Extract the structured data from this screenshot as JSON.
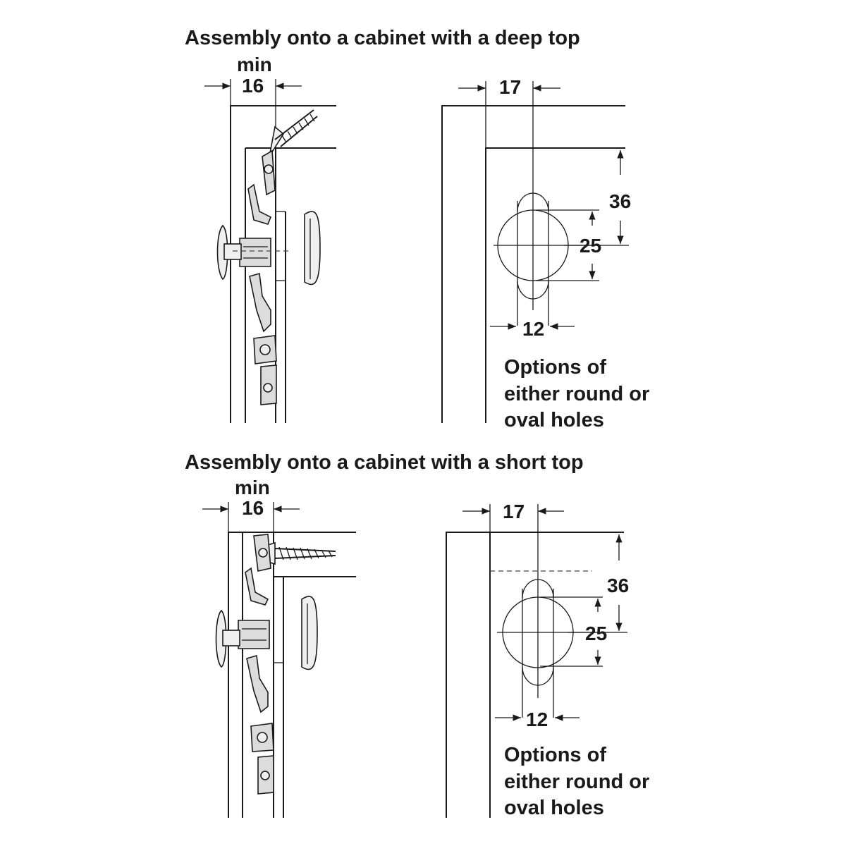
{
  "sections": [
    {
      "heading": "Assembly onto a cabinet with a deep top",
      "min_label": "min",
      "offset_value": "16",
      "edge_value": "17",
      "height_value": "36",
      "hole_diameter": "25",
      "hole_width": "12",
      "note_lines": [
        "Options of",
        "either round or",
        "oval holes"
      ]
    },
    {
      "heading": "Assembly onto a cabinet with a short top",
      "min_label": "min",
      "offset_value": "16",
      "edge_value": "17",
      "height_value": "36",
      "hole_diameter": "25",
      "hole_width": "12",
      "note_lines": [
        "Options of",
        "either round or",
        "oval holes"
      ]
    }
  ],
  "icons": [
    "screw-icon",
    "catch-mechanism-icon",
    "cover-cap-icon",
    "hole-pattern-icon"
  ]
}
